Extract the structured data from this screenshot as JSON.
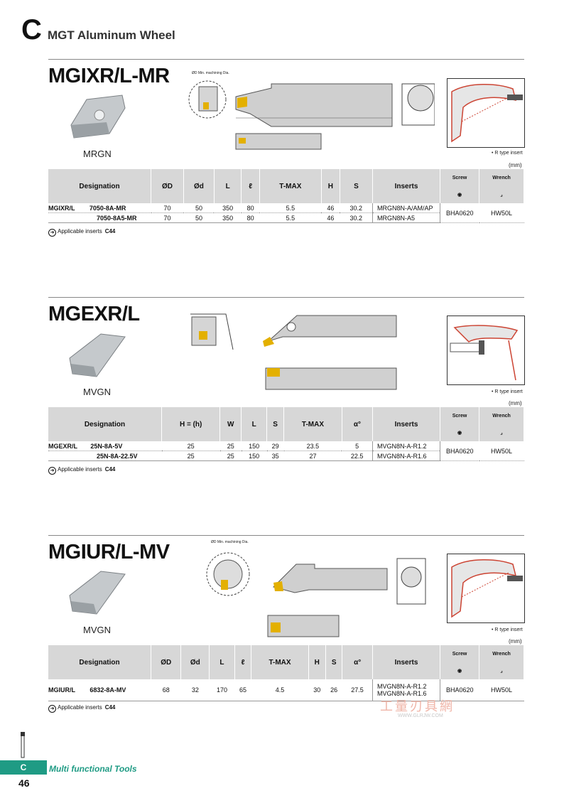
{
  "header": {
    "letter": "C",
    "title": "MGT Aluminum Wheel"
  },
  "footer": {
    "tab": "C",
    "text": "Multi functional Tools",
    "page": "46"
  },
  "watermark": {
    "text": "工量刃具網",
    "url": "WWW.GLRJW.COM"
  },
  "common": {
    "r_type_note": "• R type insert",
    "unit": "(mm)",
    "screw": "Screw",
    "wrench": "Wrench",
    "applicable_label": "Applicable inserts",
    "applicable_ref": "C44",
    "dim_min_dia": "ØD Min. machining Dia."
  },
  "sections": [
    {
      "title": "MGIXR/L-MR",
      "insert": "MRGN",
      "headers": [
        "Designation",
        "ØD",
        "Ød",
        "L",
        "ℓ",
        "T-MAX",
        "H",
        "S",
        "Inserts"
      ],
      "rows": [
        {
          "family": "MGIXR/L",
          "code": "7050-8A-MR",
          "vals": [
            "70",
            "50",
            "350",
            "80",
            "5.5",
            "46",
            "30.2"
          ],
          "insert": "MRGN8N-A/AM/AP"
        },
        {
          "family": "",
          "code": "7050-8A5-MR",
          "vals": [
            "70",
            "50",
            "350",
            "80",
            "5.5",
            "46",
            "30.2"
          ],
          "insert": "MRGN8N-A5"
        }
      ],
      "screw": "BHA0620",
      "wrench": "HW50L"
    },
    {
      "title": "MGEXR/L",
      "insert": "MVGN",
      "headers": [
        "Designation",
        "H = (h)",
        "W",
        "L",
        "S",
        "T-MAX",
        "α°",
        "Inserts"
      ],
      "rows": [
        {
          "family": "MGEXR/L",
          "code": "25N-8A-5V",
          "vals": [
            "25",
            "25",
            "150",
            "29",
            "23.5",
            "5"
          ],
          "insert": "MVGN8N-A-R1.2"
        },
        {
          "family": "",
          "code": "25N-8A-22.5V",
          "vals": [
            "25",
            "25",
            "150",
            "35",
            "27",
            "22.5"
          ],
          "insert": "MVGN8N-A-R1.6"
        }
      ],
      "screw": "BHA0620",
      "wrench": "HW50L"
    },
    {
      "title": "MGIUR/L-MV",
      "insert": "MVGN",
      "headers": [
        "Designation",
        "ØD",
        "Ød",
        "L",
        "ℓ",
        "T-MAX",
        "H",
        "S",
        "α°",
        "Inserts"
      ],
      "rows": [
        {
          "family": "MGIUR/L",
          "code": "6832-8A-MV",
          "vals": [
            "68",
            "32",
            "170",
            "65",
            "4.5",
            "30",
            "26",
            "27.5"
          ],
          "insert": "MVGN8N-A-R1.2",
          "insert2": "MVGN8N-A-R1.6"
        }
      ],
      "screw": "BHA0620",
      "wrench": "HW50L"
    }
  ]
}
